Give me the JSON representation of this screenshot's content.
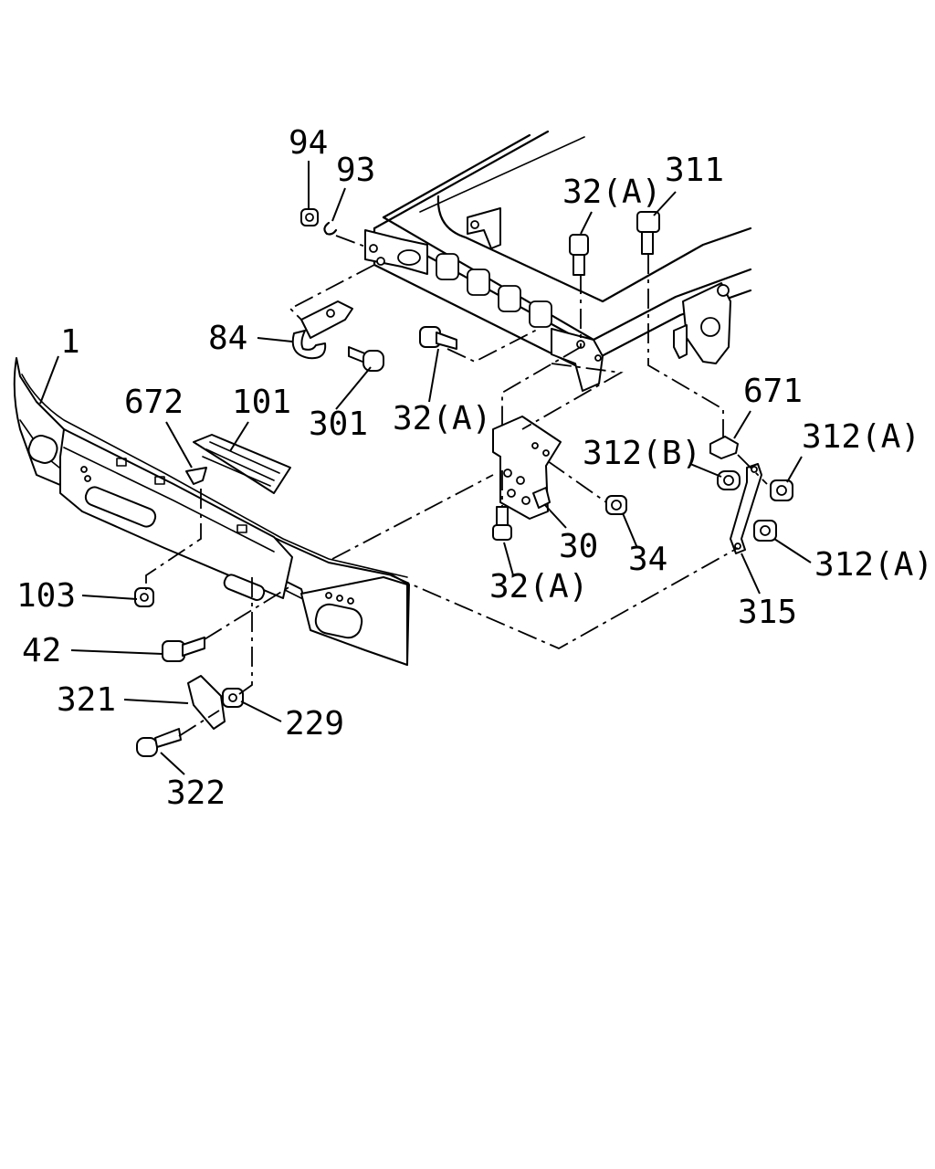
{
  "diagram": {
    "callouts": {
      "c94": "94",
      "c93": "93",
      "c32a_top": "32(A)",
      "c311": "311",
      "c84": "84",
      "c1": "1",
      "c672": "672",
      "c101": "101",
      "c301": "301",
      "c32a_mid": "32(A)",
      "c671": "671",
      "c312b": "312(B)",
      "c312a_upper": "312(A)",
      "c30": "30",
      "c34": "34",
      "c32a_low": "32(A)",
      "c312a_lower": "312(A)",
      "c315": "315",
      "c103": "103",
      "c42": "42",
      "c321": "321",
      "c229": "229",
      "c322": "322"
    }
  }
}
